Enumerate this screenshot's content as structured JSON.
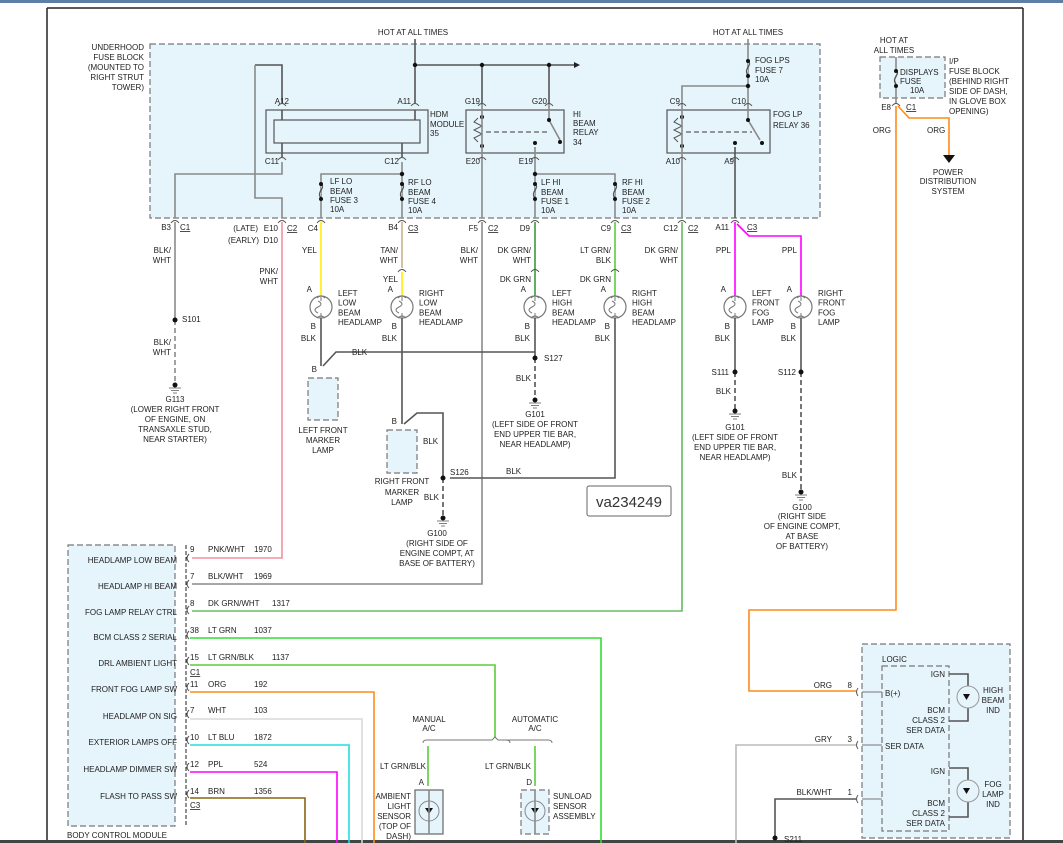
{
  "diagram_id": "va234249",
  "hot": {
    "left": "HOT AT ALL TIMES",
    "right": "HOT AT ALL TIMES",
    "ip": [
      "HOT AT",
      "ALL TIMES"
    ]
  },
  "underhood": {
    "label": [
      "UNDERHOOD",
      "FUSE BLOCK",
      "(MOUNTED TO",
      "RIGHT STRUT",
      "TOWER)"
    ],
    "hdm": [
      "HDM",
      "MODULE",
      "35"
    ],
    "hi_relay": [
      "HI",
      "BEAM",
      "RELAY",
      "34"
    ],
    "fog_relay": [
      "FOG LP",
      "RELAY 36"
    ],
    "fuse3": [
      "LF LO",
      "BEAM",
      "FUSE 3",
      "10A"
    ],
    "fuse4": [
      "RF LO",
      "BEAM",
      "FUSE 4",
      "10A"
    ],
    "fuse1": [
      "LF HI",
      "BEAM",
      "FUSE 1",
      "10A"
    ],
    "fuse2": [
      "RF HI",
      "BEAM",
      "FUSE 2",
      "10A"
    ],
    "fuse7": [
      "FOG LPS",
      "FUSE 7",
      "10A"
    ],
    "pins": {
      "a12": "A12",
      "a11": "A11",
      "c11": "C11",
      "c12": "C12",
      "g19": "G19",
      "g20": "G20",
      "e20": "E20",
      "e19": "E19",
      "c9": "C9",
      "c10": "C10",
      "a10": "A10",
      "a9": "A9"
    }
  },
  "ip_block": {
    "label": [
      "I/P",
      "FUSE BLOCK",
      "(BEHIND RIGHT",
      "SIDE OF DASH,",
      "IN GLOVE BOX",
      "OPENING)"
    ],
    "fuse": [
      "DISPLAYS",
      "FUSE",
      "10A"
    ],
    "pin": "E8",
    "conn": "C1",
    "wire1": "ORG",
    "wire2": "ORG",
    "pds": [
      "POWER",
      "DISTRIBUTION",
      "SYSTEM"
    ]
  },
  "connectors": {
    "b3": "B3",
    "c1": "C1",
    "late": "(LATE)",
    "e10": "E10",
    "c2a": "C2",
    "early": "(EARLY)",
    "d10": "D10",
    "c4": "C4",
    "b4": "B4",
    "c3a": "C3",
    "f5": "F5",
    "c2b": "C2",
    "d9": "D9",
    "c9": "C9",
    "c3b": "C3",
    "c12": "C12",
    "c2c": "C2",
    "a11": "A11",
    "c3c": "C3"
  },
  "wire_labels": {
    "b3": [
      "BLK/",
      "WHT"
    ],
    "e10": [
      "PNK/",
      "WHT"
    ],
    "c4": "YEL",
    "b4": [
      "TAN/",
      "WHT"
    ],
    "b4b": "YEL",
    "f5": [
      "BLK/",
      "WHT"
    ],
    "d9": [
      "DK GRN/",
      "WHT"
    ],
    "d9b": "DK GRN",
    "c9": [
      "LT GRN/",
      "BLK"
    ],
    "c9b": "DK GRN",
    "c12": [
      "DK GRN/",
      "WHT"
    ],
    "ppl1": "PPL",
    "ppl2": "PPL"
  },
  "lamps": [
    {
      "name": [
        "LEFT",
        "LOW",
        "BEAM",
        "HEADLAMP"
      ],
      "a": "A",
      "b": "B",
      "gnd": "BLK"
    },
    {
      "name": [
        "RIGHT",
        "LOW",
        "BEAM",
        "HEADLAMP"
      ],
      "a": "A",
      "b": "B",
      "gnd": "BLK"
    },
    {
      "name": [
        "LEFT",
        "HIGH",
        "BEAM",
        "HEADLAMP"
      ],
      "a": "A",
      "b": "B",
      "gnd": "BLK"
    },
    {
      "name": [
        "RIGHT",
        "HIGH",
        "BEAM",
        "HEADLAMP"
      ],
      "a": "A",
      "b": "B",
      "gnd": "BLK"
    },
    {
      "name": [
        "LEFT",
        "FRONT",
        "FOG",
        "LAMP"
      ],
      "a": "A",
      "b": "B",
      "gnd": "BLK"
    },
    {
      "name": [
        "RIGHT",
        "FRONT",
        "FOG",
        "LAMP"
      ],
      "a": "A",
      "b": "B",
      "gnd": "BLK"
    }
  ],
  "markers": {
    "left": {
      "name": [
        "LEFT FRONT",
        "MARKER",
        "LAMP"
      ],
      "pin": "B"
    },
    "right": {
      "name": [
        "RIGHT FRONT",
        "MARKER",
        "LAMP"
      ],
      "pin": "B"
    }
  },
  "splices": {
    "s101": "S101",
    "s101_wire": [
      "BLK/",
      "WHT"
    ],
    "s127": "S127",
    "s127_blk": "BLK",
    "blk_h": "BLK",
    "s126": "S126",
    "s126_blk": "BLK",
    "s126_up": "BLK",
    "s126_dn": "BLK",
    "s111": "S111",
    "s111_blk": "BLK",
    "s112": "S112",
    "s112_blk": "BLK",
    "s211": "S211"
  },
  "grounds": {
    "g113": [
      "G113",
      "(LOWER RIGHT FRONT",
      "OF ENGINE, ON",
      "TRANSAXLE STUD,",
      "NEAR STARTER)"
    ],
    "g101a": [
      "G101",
      "(LEFT SIDE OF FRONT",
      "END UPPER TIE BAR,",
      "NEAR HEADLAMP)"
    ],
    "g100a": [
      "G100",
      "(RIGHT SIDE OF",
      "ENGINE COMPT, AT",
      "BASE OF BATTERY)"
    ],
    "g101b": [
      "G101",
      "(LEFT SIDE OF FRONT",
      "END UPPER TIE BAR,",
      "NEAR HEADLAMP)"
    ],
    "g100b": [
      "G100",
      "(RIGHT SIDE",
      "OF ENGINE COMPT,",
      "AT BASE",
      "OF BATTERY)"
    ]
  },
  "bcm": {
    "title": "BODY CONTROL MODULE",
    "functions": [
      "HEADLAMP LOW BEAM",
      "HEADLAMP HI BEAM",
      "FOG LAMP RELAY CTRL",
      "BCM CLASS 2 SERIAL",
      "DRL AMBIENT LIGHT",
      "FRONT FOG LAMP SW",
      "HEADLAMP ON SIG",
      "EXTERIOR LAMPS OFF",
      "HEADLAMP DIMMER SW",
      "FLASH TO PASS SW"
    ],
    "pins": [
      {
        "pin": "9",
        "color": "PNK/WHT",
        "circuit": "1970"
      },
      {
        "pin": "7",
        "color": "BLK/WHT",
        "circuit": "1969"
      },
      {
        "pin": "8",
        "color": "DK GRN/WHT",
        "circuit": "1317"
      },
      {
        "pin": "38",
        "color": "LT GRN",
        "circuit": "1037"
      },
      {
        "pin": "15",
        "color": "LT GRN/BLK",
        "circuit": "1137"
      },
      {
        "pin": "11",
        "color": "ORG",
        "circuit": "192"
      },
      {
        "pin": "7",
        "color": "WHT",
        "circuit": "103"
      },
      {
        "pin": "10",
        "color": "LT BLU",
        "circuit": "1872"
      },
      {
        "pin": "12",
        "color": "PPL",
        "circuit": "524"
      },
      {
        "pin": "14",
        "color": "BRN",
        "circuit": "1356"
      }
    ],
    "conn1": "C1",
    "conn3": "C3"
  },
  "sensors": {
    "manual": [
      "MANUAL",
      "A/C"
    ],
    "automatic": [
      "AUTOMATIC",
      "A/C"
    ],
    "wire_manual": "LT GRN/BLK",
    "wire_auto": "LT GRN/BLK",
    "ambient": {
      "name": [
        "AMBIENT",
        "LIGHT",
        "SENSOR",
        "(TOP OF",
        "DASH)"
      ],
      "pin": "A"
    },
    "sunload": {
      "name": [
        "SUNLOAD",
        "SENSOR",
        "ASSEMBLY"
      ],
      "pin": "D"
    }
  },
  "cluster": {
    "logic": "LOGIC",
    "pins": [
      {
        "color": "ORG",
        "pin": "8",
        "func": "B(+)"
      },
      {
        "color": "GRY",
        "pin": "3",
        "func": "SER DATA"
      },
      {
        "color": "BLK/WHT",
        "pin": "1",
        "func": ""
      }
    ],
    "ign1": "IGN",
    "ser1": [
      "BCM",
      "CLASS 2",
      "SER DATA"
    ],
    "ind1": [
      "HIGH",
      "BEAM",
      "IND"
    ],
    "ign2": "IGN",
    "ser2": [
      "BCM",
      "CLASS 2",
      "SER DATA"
    ],
    "ind2": [
      "FOG",
      "LAMP",
      "IND"
    ]
  },
  "colors": {
    "pnk_wht": "#f4909f",
    "yel": "#ffee00",
    "tan": "#c9b48a",
    "dk_grn": "#3d9a3d",
    "lt_grn_blk": "#5ccc3c",
    "dk_grn_wht": "#66bb66",
    "ppl": "#ff00ff",
    "org": "#ff8c1a",
    "lt_grn": "#33dd33",
    "wht": "#d8d8d8",
    "lt_blu": "#22dddd",
    "brn": "#8a6414",
    "gry": "#bbbbbb",
    "module_fill": "#e6f4fc"
  }
}
